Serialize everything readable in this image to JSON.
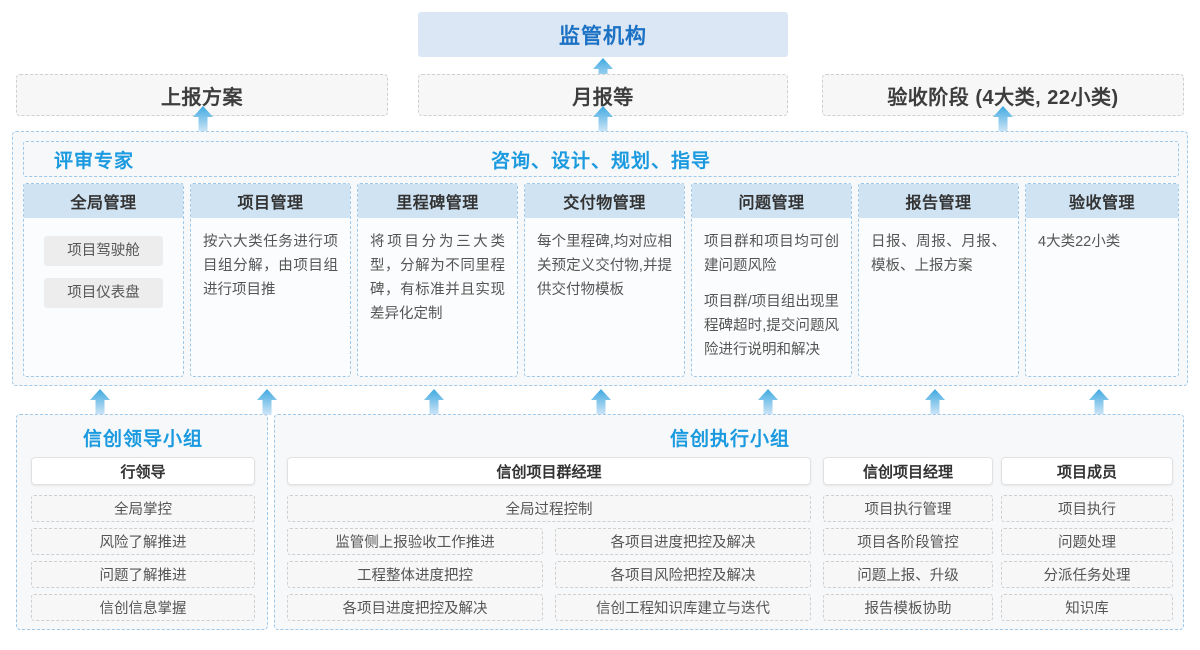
{
  "top": {
    "regulator": {
      "label": "监管机构"
    },
    "reports": [
      {
        "label": "上报方案"
      },
      {
        "label": "月报等"
      },
      {
        "label": "验收阶段 (4大类, 22小类)"
      }
    ]
  },
  "middle": {
    "headers": [
      {
        "label": "评审专家"
      },
      {
        "label": "咨询、设计、规划、指导"
      }
    ],
    "columns": [
      {
        "title": "全局管理",
        "pills": [
          "项目驾驶舱",
          "项目仪表盘"
        ],
        "paragraphs": []
      },
      {
        "title": "项目管理",
        "pills": [],
        "paragraphs": [
          "按六大类任务进行项目组分解，由项目组进行项目推"
        ]
      },
      {
        "title": "里程碑管理",
        "pills": [],
        "paragraphs": [
          "将项目分为三大类型，分解为不同里程碑，有标准并且实现差异化定制"
        ]
      },
      {
        "title": "交付物管理",
        "pills": [],
        "paragraphs": [
          "每个里程碑,均对应相关预定义交付物,并提供交付物模板"
        ]
      },
      {
        "title": "问题管理",
        "pills": [],
        "paragraphs": [
          "项目群和项目均可创建问题风险",
          "项目群/项目组出现里程碑超时,提交问题风险进行说明和解决"
        ]
      },
      {
        "title": "报告管理",
        "pills": [],
        "paragraphs": [
          "日报、周报、月报、模板、上报方案"
        ]
      },
      {
        "title": "验收管理",
        "pills": [],
        "paragraphs": [
          "4大类22小类"
        ]
      }
    ]
  },
  "bottom": {
    "leader_group": {
      "title": "信创领导小组",
      "role": "行领导",
      "items": [
        "全局掌控",
        "风险了解推进",
        "问题了解推进",
        "信创信息掌握"
      ]
    },
    "exec_group": {
      "title": "信创执行小组",
      "roles": [
        {
          "name": "信创项目群经理",
          "full_row": "全局过程控制",
          "left_items": [
            "监管侧上报验收工作推进",
            "工程整体进度把控",
            "各项目进度把控及解决"
          ],
          "right_items": [
            "各项目进度把控及解决",
            "各项目风险把控及解决",
            "信创工程知识库建立与迭代"
          ]
        },
        {
          "name": "信创项目经理",
          "items": [
            "项目执行管理",
            "项目各阶段管控",
            "问题上报、升级",
            "报告模板协助"
          ]
        },
        {
          "name": "项目成员",
          "items": [
            "项目执行",
            "问题处理",
            "分派任务处理",
            "知识库"
          ]
        }
      ]
    }
  },
  "icons": {
    "arrow_up": "arrow-up-icon"
  },
  "colors": {
    "accent_blue": "#1b9ae0",
    "title_blue": "#1b72c4",
    "regulator_bg": "#dce7f5",
    "col_title_bg": "#cfe3f2",
    "panel_bg": "#f6f8fa",
    "dashed_blue": "#9fc8e8",
    "dashed_grey": "#cfcfcf"
  }
}
